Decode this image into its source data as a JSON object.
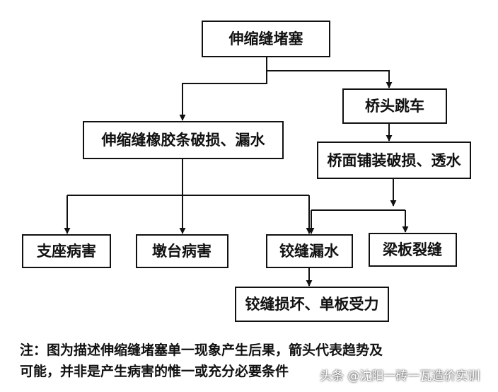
{
  "nodes": {
    "root": "伸缩缝堵塞",
    "bridge_jump": "桥头跳车",
    "rubber_strip": "伸缩缝橡胶条破损、漏水",
    "deck_pavement": "桥面铺装破损、透水",
    "bearing": "支座病害",
    "abutment": "墩台病害",
    "hinge_leak": "铰缝漏水",
    "beam_crack": "梁板裂缝",
    "hinge_damage": "铰缝损坏、单板受力"
  },
  "note": {
    "line1": "注：图为描述伸缩缝堵塞单一现象产生后果，箭头代表趋势及",
    "line2": "可能，并非是产生病害的惟一或充分必要条件"
  },
  "watermark": "头条 @沈阳一砖一瓦造价实训"
}
